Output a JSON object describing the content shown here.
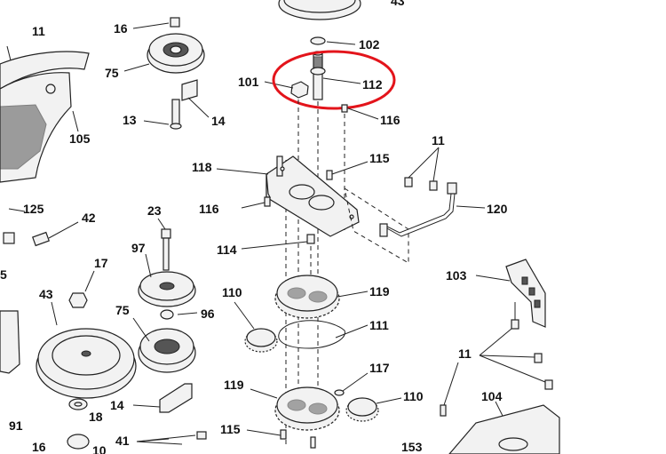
{
  "highlight_color": "#e3141b",
  "labels": {
    "l11a": "11",
    "l16a": "16",
    "l75a": "75",
    "l13": "13",
    "l14a": "14",
    "l105": "105",
    "l125": "125",
    "l42": "42",
    "l43a": "43",
    "l102": "102",
    "l101": "101",
    "l112": "112",
    "l116a": "116",
    "l11b": "11",
    "l118": "118",
    "l115a": "115",
    "l116b": "116",
    "l120": "120",
    "l23": "23",
    "l114": "114",
    "l97": "97",
    "l17": "17",
    "l103": "103",
    "l43b": "43",
    "l110a": "110",
    "l119a": "119",
    "l75b": "75",
    "l96": "96",
    "l111": "111",
    "l11c": "11",
    "l117": "117",
    "l119b": "119",
    "l110b": "110",
    "l104": "104",
    "l18": "18",
    "l14b": "14",
    "l91": "91",
    "l16b": "16",
    "l41": "41",
    "l115b": "115",
    "l153": "153",
    "l5": "5",
    "l19": "10"
  }
}
